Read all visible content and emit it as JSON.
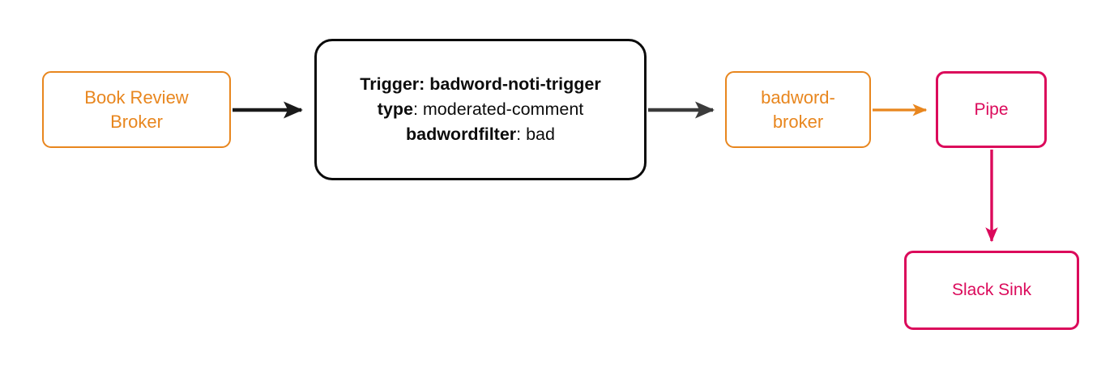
{
  "diagram": {
    "type": "flowchart",
    "direction": "left-to-right",
    "background_color": "#ffffff",
    "palette": {
      "broker_orange": "#E8861E",
      "pipe_magenta": "#DB0A5B",
      "trigger_black": "#0b0b0b",
      "edge_black": "#1a1a1a",
      "edge_gray": "#3b3b3b"
    }
  },
  "nodes": {
    "book_review_broker": {
      "label": "Book Review\nBroker",
      "color": "#E8861E",
      "shape": "rounded-rectangle"
    },
    "trigger": {
      "color": "#0b0b0b",
      "shape": "rounded-rectangle",
      "lines": [
        {
          "key": "Trigger:",
          "value": "badword-noti-trigger",
          "value_bold": true
        },
        {
          "key": "type",
          "separator": ": ",
          "value": "moderated-comment",
          "value_bold": false
        },
        {
          "key": "badwordfilter",
          "separator": ": ",
          "value": "bad",
          "value_bold": false
        }
      ],
      "line1_key": "Trigger:",
      "line1_value": " badword-noti-trigger",
      "line2_key": "type",
      "line2_value": ": moderated-comment",
      "line3_key": "badwordfilter",
      "line3_value": ": bad"
    },
    "badword_broker": {
      "label": "badword-\nbroker",
      "color": "#E8861E",
      "shape": "rounded-rectangle"
    },
    "pipe": {
      "label": "Pipe",
      "color": "#DB0A5B",
      "shape": "rounded-rectangle"
    },
    "slack_sink": {
      "label": "Slack Sink",
      "color": "#DB0A5B",
      "shape": "rounded-rectangle"
    }
  },
  "edges": [
    {
      "id": "edge-broker-to-trigger",
      "from": "book_review_broker",
      "to": "trigger",
      "color": "#1a1a1a",
      "label": "",
      "orientation": "horizontal",
      "arrowhead": "solid-triangle"
    },
    {
      "id": "edge-trigger-to-badword-broker",
      "from": "trigger",
      "to": "badword_broker",
      "color": "#3b3b3b",
      "label": "",
      "orientation": "horizontal",
      "arrowhead": "solid-triangle"
    },
    {
      "id": "edge-badword-broker-to-pipe",
      "from": "badword_broker",
      "to": "pipe",
      "color": "#E8861E",
      "label": "",
      "orientation": "horizontal",
      "arrowhead": "solid-triangle"
    },
    {
      "id": "edge-pipe-to-slack-sink",
      "from": "pipe",
      "to": "slack_sink",
      "color": "#DB0A5B",
      "label": "",
      "orientation": "vertical",
      "arrowhead": "solid-triangle"
    }
  ]
}
